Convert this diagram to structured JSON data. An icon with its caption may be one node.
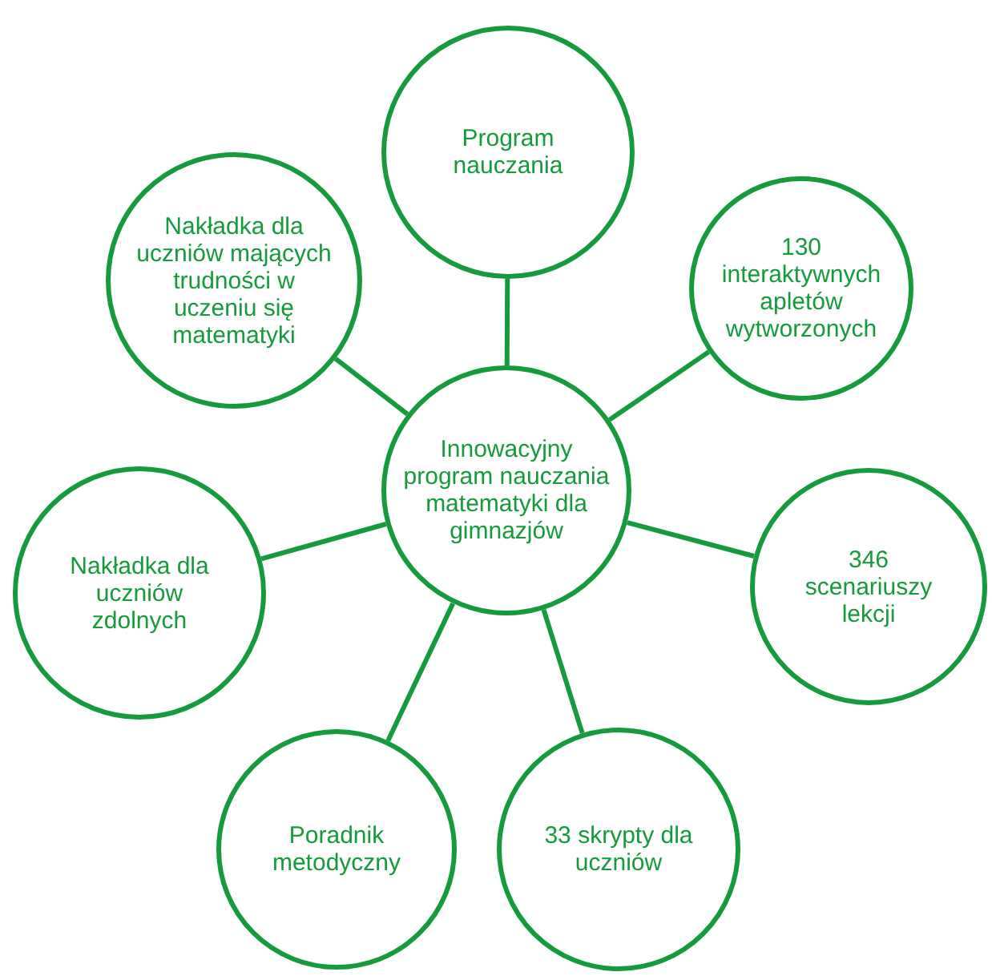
{
  "diagram": {
    "nodes": [
      {
        "text": [
          "Innowacyjny program nauczania matematyki dla gimnazjów"
        ]
      },
      {
        "text": [
          "Program nauczania"
        ]
      },
      {
        "text": [
          "Nakładka dla uczniów mających trudności w uczeniu się matematyki"
        ]
      },
      {
        "text": [
          "130 interaktywnych apletów wytworzonych"
        ]
      },
      {
        "text": [
          "Nakładka dla uczniów zdolnych"
        ]
      },
      {
        "text": [
          "346 scenariuszy lekcji"
        ]
      },
      {
        "text": [
          "Poradnik metodyczny"
        ]
      },
      {
        "text": [
          "33 skrypty dla uczniów"
        ]
      }
    ],
    "edges": [
      {
        "from": 0,
        "to": 1,
        "arrow": "none"
      },
      {
        "from": 0,
        "to": 2,
        "arrow": "none"
      },
      {
        "from": 0,
        "to": 3,
        "arrow": "none"
      },
      {
        "from": 0,
        "to": 4,
        "arrow": "none"
      },
      {
        "from": 0,
        "to": 5,
        "arrow": "none"
      },
      {
        "from": 0,
        "to": 6,
        "arrow": "none"
      },
      {
        "from": 0,
        "to": 7,
        "arrow": "none"
      }
    ]
  }
}
